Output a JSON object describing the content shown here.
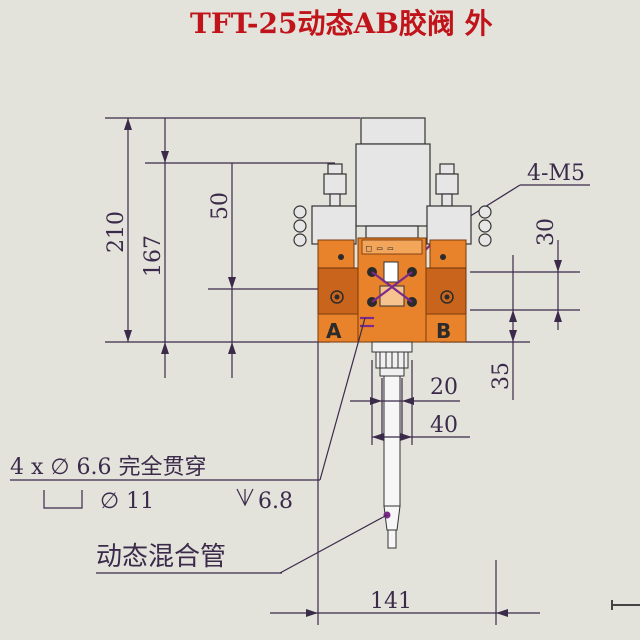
{
  "title": "TFT-25动态AB胶阀 外",
  "labels": {
    "port_a": "A",
    "port_b": "B",
    "thread_note": "4-M5",
    "hole_note_line1": "4 x ∅ 6.6 完全贯穿",
    "hole_note_line2_diam": "∅ 11",
    "hole_note_line2_depth": "6.8",
    "mixer_label": "动态混合管",
    "body_plate_text": "□  ▭  ▭"
  },
  "dimensions": {
    "overall_height": "210",
    "mount_height": "167",
    "upper_offset": "50",
    "right_top": "30",
    "right_bottom": "35",
    "nozzle_width_small": "20",
    "nozzle_width_large": "40",
    "overall_width": "141"
  },
  "colors": {
    "title": "#c0141a",
    "dimension_lines": "#3b2a4a",
    "body_orange": "#e9832b",
    "leader_purple": "#7a2a8a"
  }
}
